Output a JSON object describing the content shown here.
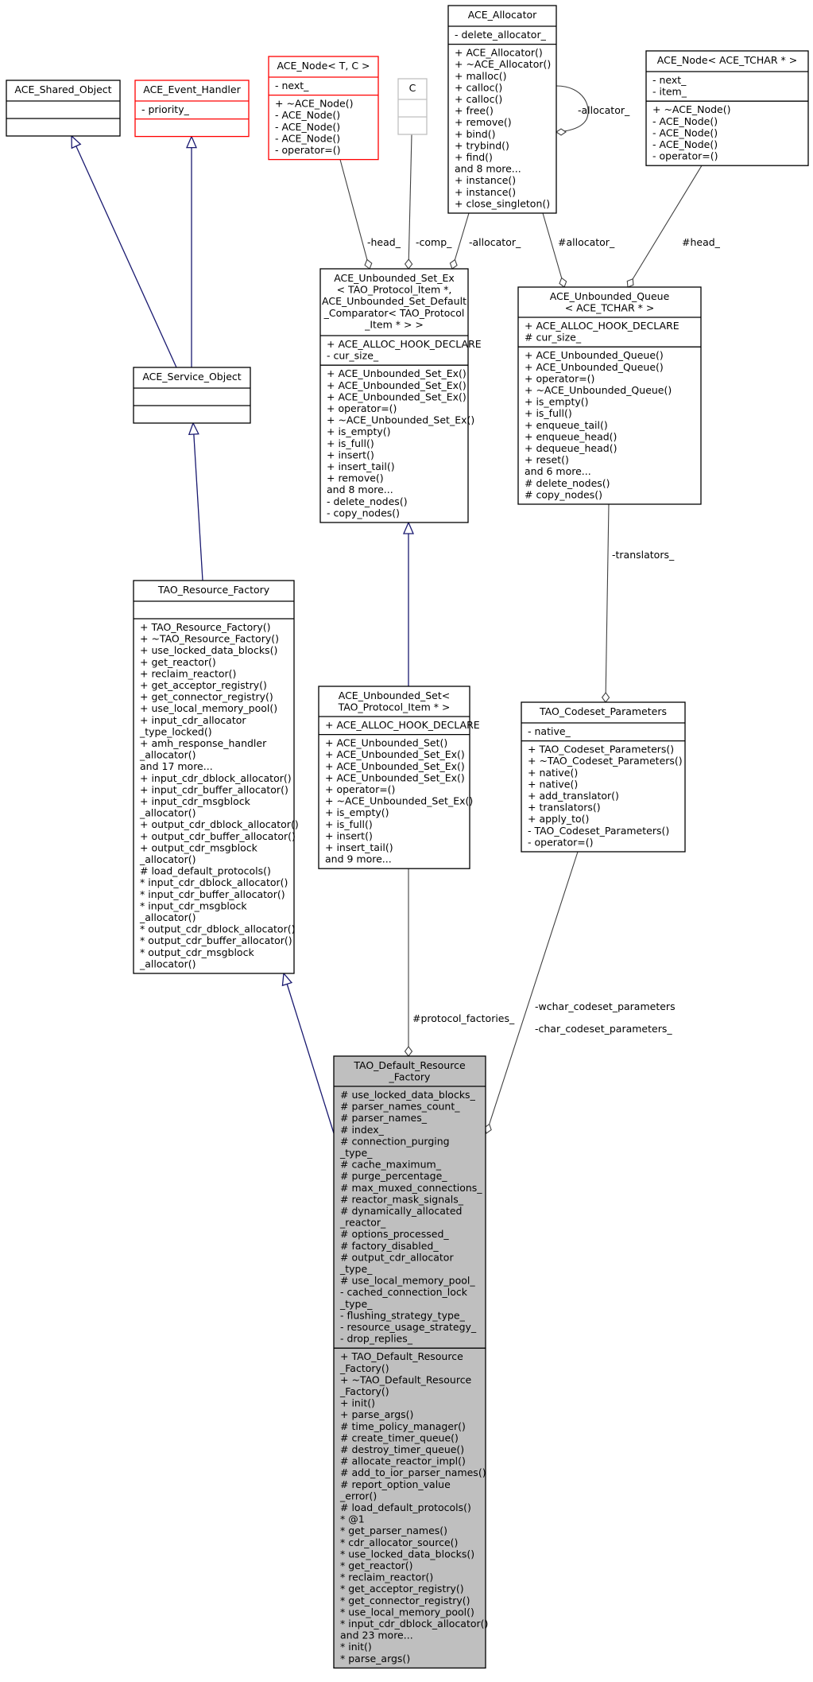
{
  "classes": {
    "shared_object": {
      "title": [
        "ACE_Shared_Object"
      ],
      "attrs": [],
      "methods": []
    },
    "event_handler": {
      "title": [
        "ACE_Event_Handler"
      ],
      "attrs": [
        "- priority_"
      ],
      "methods": []
    },
    "node_tc": {
      "title": [
        "ACE_Node< T, C >"
      ],
      "attrs": [
        "- next_"
      ],
      "methods": [
        "+ ~ACE_Node()",
        "- ACE_Node()",
        "- ACE_Node()",
        "- ACE_Node()",
        "- operator=()"
      ]
    },
    "c_param": {
      "title": [
        "C"
      ],
      "attrs": [],
      "methods": []
    },
    "allocator": {
      "title": [
        "ACE_Allocator"
      ],
      "attrs": [
        "- delete_allocator_"
      ],
      "methods": [
        "+ ACE_Allocator()",
        "+ ~ACE_Allocator()",
        "+ malloc()",
        "+ calloc()",
        "+ calloc()",
        "+ free()",
        "+ remove()",
        "+ bind()",
        "+ trybind()",
        "+ find()",
        "and 8 more...",
        "+ instance()",
        "+ instance()",
        "+ close_singleton()"
      ]
    },
    "node_tchar": {
      "title": [
        "ACE_Node< ACE_TCHAR * >"
      ],
      "attrs": [
        "- next_",
        "- item_"
      ],
      "methods": [
        "+ ~ACE_Node()",
        "- ACE_Node()",
        "- ACE_Node()",
        "- ACE_Node()",
        "- operator=()"
      ]
    },
    "service_object": {
      "title": [
        "ACE_Service_Object"
      ],
      "attrs": [],
      "methods": []
    },
    "unbounded_set_ex": {
      "title": [
        "ACE_Unbounded_Set_Ex",
        "< TAO_Protocol_Item *,",
        " ACE_Unbounded_Set_Default",
        "_Comparator< TAO_Protocol",
        "_Item * > >"
      ],
      "attrs": [
        "+ ACE_ALLOC_HOOK_DECLARE",
        "- cur_size_"
      ],
      "methods": [
        "+ ACE_Unbounded_Set_Ex()",
        "+ ACE_Unbounded_Set_Ex()",
        "+ ACE_Unbounded_Set_Ex()",
        "+ operator=()",
        "+ ~ACE_Unbounded_Set_Ex()",
        "+ is_empty()",
        "+ is_full()",
        "+ insert()",
        "+ insert_tail()",
        "+ remove()",
        "and 8 more...",
        "- delete_nodes()",
        "- copy_nodes()"
      ]
    },
    "unbounded_queue": {
      "title": [
        "ACE_Unbounded_Queue",
        "< ACE_TCHAR * >"
      ],
      "attrs": [
        "+ ACE_ALLOC_HOOK_DECLARE",
        "# cur_size_"
      ],
      "methods": [
        "+ ACE_Unbounded_Queue()",
        "+ ACE_Unbounded_Queue()",
        "+ operator=()",
        "+ ~ACE_Unbounded_Queue()",
        "+ is_empty()",
        "+ is_full()",
        "+ enqueue_tail()",
        "+ enqueue_head()",
        "+ dequeue_head()",
        "+ reset()",
        "and 6 more...",
        "# delete_nodes()",
        "# copy_nodes()"
      ]
    },
    "resource_factory": {
      "title": [
        "TAO_Resource_Factory"
      ],
      "attrs": [],
      "methods": [
        "+ TAO_Resource_Factory()",
        "+ ~TAO_Resource_Factory()",
        "+ use_locked_data_blocks()",
        "+ get_reactor()",
        "+ reclaim_reactor()",
        "+ get_acceptor_registry()",
        "+ get_connector_registry()",
        "+ use_local_memory_pool()",
        "+ input_cdr_allocator",
        "_type_locked()",
        "+ amh_response_handler",
        "_allocator()",
        "and 17 more...",
        "+ input_cdr_dblock_allocator()",
        "+ input_cdr_buffer_allocator()",
        "+ input_cdr_msgblock",
        "_allocator()",
        "+ output_cdr_dblock_allocator()",
        "+ output_cdr_buffer_allocator()",
        "+ output_cdr_msgblock",
        "_allocator()",
        "# load_default_protocols()",
        "* input_cdr_dblock_allocator()",
        "* input_cdr_buffer_allocator()",
        "* input_cdr_msgblock",
        "_allocator()",
        "* output_cdr_dblock_allocator()",
        "* output_cdr_buffer_allocator()",
        "* output_cdr_msgblock",
        "_allocator()"
      ]
    },
    "unbounded_set": {
      "title": [
        "ACE_Unbounded_Set<",
        " TAO_Protocol_Item * >"
      ],
      "attrs": [
        "+ ACE_ALLOC_HOOK_DECLARE"
      ],
      "methods": [
        "+ ACE_Unbounded_Set()",
        "+ ACE_Unbounded_Set_Ex()",
        "+ ACE_Unbounded_Set_Ex()",
        "+ ACE_Unbounded_Set_Ex()",
        "+ operator=()",
        "+ ~ACE_Unbounded_Set_Ex()",
        "+ is_empty()",
        "+ is_full()",
        "+ insert()",
        "+ insert_tail()",
        "and 9 more..."
      ]
    },
    "codeset_params": {
      "title": [
        "TAO_Codeset_Parameters"
      ],
      "attrs": [
        "- native_"
      ],
      "methods": [
        "+ TAO_Codeset_Parameters()",
        "+ ~TAO_Codeset_Parameters()",
        "+ native()",
        "+ native()",
        "+ add_translator()",
        "+ translators()",
        "+ apply_to()",
        "- TAO_Codeset_Parameters()",
        "- operator=()"
      ]
    },
    "default_resource_factory": {
      "title": [
        "TAO_Default_Resource",
        "_Factory"
      ],
      "attrs": [
        "# use_locked_data_blocks_",
        "# parser_names_count_",
        "# parser_names_",
        "# index_",
        "# connection_purging",
        "_type_",
        "# cache_maximum_",
        "# purge_percentage_",
        "# max_muxed_connections_",
        "# reactor_mask_signals_",
        "# dynamically_allocated",
        "_reactor_",
        "# options_processed_",
        "# factory_disabled_",
        "# output_cdr_allocator",
        "_type_",
        "# use_local_memory_pool_",
        "- cached_connection_lock",
        "_type_",
        "- flushing_strategy_type_",
        "- resource_usage_strategy_",
        "- drop_replies_"
      ],
      "methods": [
        "+ TAO_Default_Resource",
        "_Factory()",
        "+ ~TAO_Default_Resource",
        "_Factory()",
        "+ init()",
        "+ parse_args()",
        "# time_policy_manager()",
        "# create_timer_queue()",
        "# destroy_timer_queue()",
        "# allocate_reactor_impl()",
        "# add_to_ior_parser_names()",
        "# report_option_value",
        "_error()",
        "# load_default_protocols()",
        "* @1",
        "* get_parser_names()",
        "* cdr_allocator_source()",
        "* use_locked_data_blocks()",
        "* get_reactor()",
        "* reclaim_reactor()",
        "* get_acceptor_registry()",
        "* get_connector_registry()",
        "* use_local_memory_pool()",
        "* input_cdr_dblock_allocator()",
        "and 23 more...",
        "* init()",
        "* parse_args()"
      ]
    }
  },
  "edge_labels": {
    "head": "-head_",
    "comp": "-comp_",
    "allocator_priv": "-allocator_",
    "allocator_prot": "#allocator_",
    "allocator_self": "-allocator_",
    "head_prot": "#head_",
    "translators": "-translators_",
    "protocol_factories": "#protocol_factories_",
    "wchar_codeset": "-wchar_codeset_parameters",
    "char_codeset": "-char_codeset_parameters_"
  }
}
